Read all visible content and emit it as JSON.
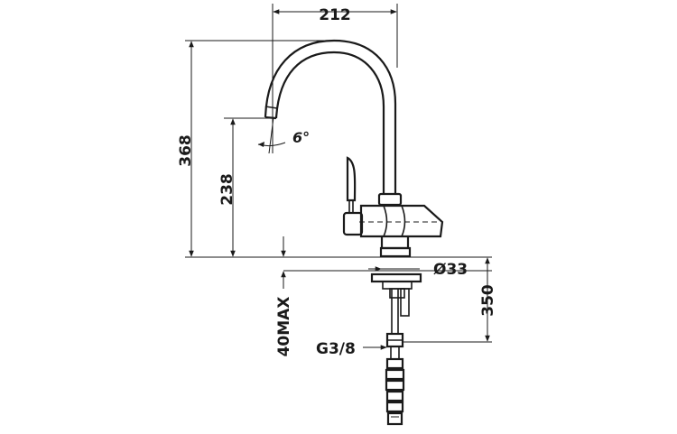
{
  "dimensions": {
    "spout_reach": "212",
    "total_height": "368",
    "spout_height": "238",
    "angle": "6°",
    "base_diameter": "Ø33",
    "max_thickness": "40MAX",
    "hose_length": "350",
    "thread": "G3/8"
  }
}
